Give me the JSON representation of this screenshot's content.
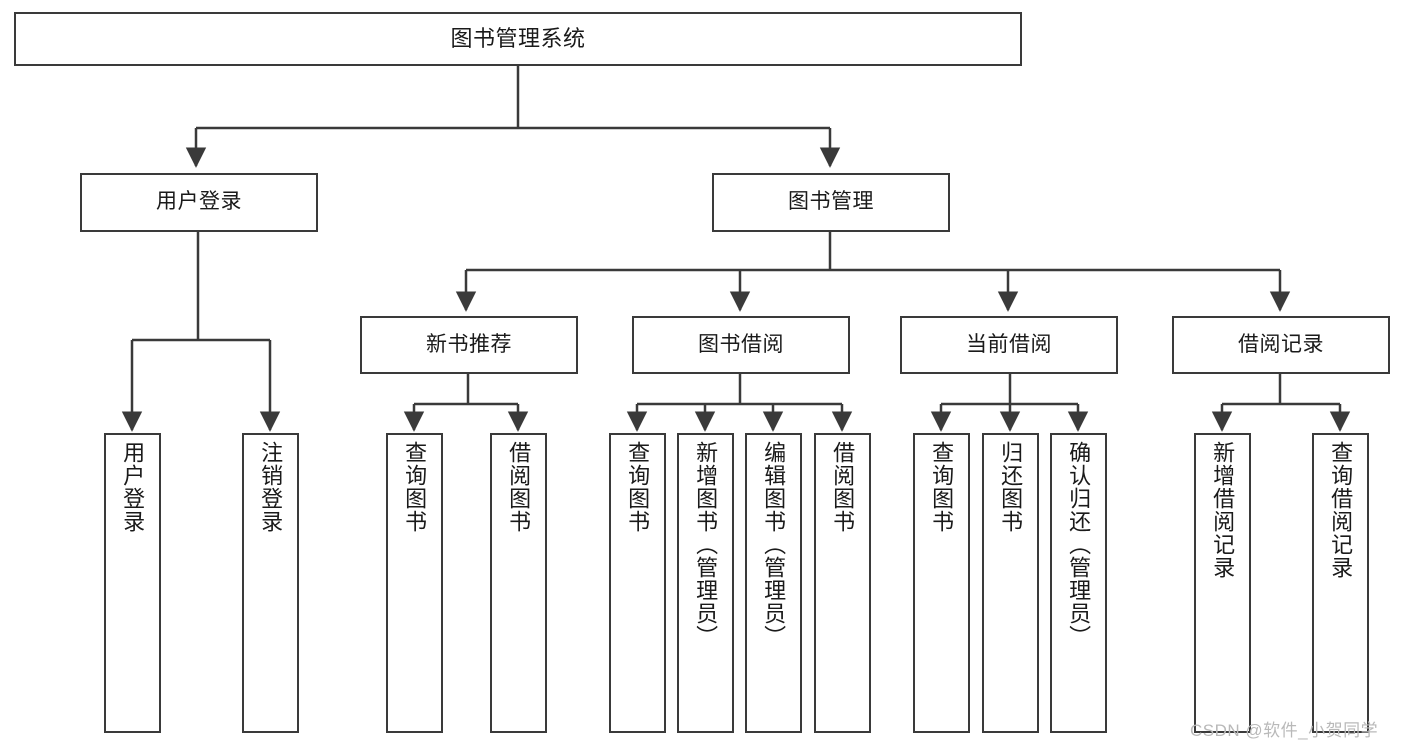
{
  "diagram": {
    "type": "tree",
    "title": "图书管理系统",
    "orientation": "top-down",
    "colors": {
      "background": "#ffffff",
      "border": "#3a3a3a",
      "text": "#1a1a1a",
      "connector": "#3a3a3a",
      "watermark": "#b9b9b9"
    }
  },
  "nodes": {
    "root": {
      "label": "图书管理系统"
    },
    "level1": [
      {
        "label": "用户登录"
      },
      {
        "label": "图书管理"
      }
    ],
    "level2": [
      {
        "label": "新书推荐"
      },
      {
        "label": "图书借阅"
      },
      {
        "label": "当前借阅"
      },
      {
        "label": "借阅记录"
      }
    ],
    "leaves": {
      "user_login": [
        {
          "label": "用户登录"
        },
        {
          "label": "注销登录"
        }
      ],
      "new_book": [
        {
          "label": "查询图书"
        },
        {
          "label": "借阅图书"
        }
      ],
      "book_borrow": [
        {
          "label": "查询图书"
        },
        {
          "label": "新增图书（管理员）"
        },
        {
          "label": "编辑图书（管理员）"
        },
        {
          "label": "借阅图书"
        }
      ],
      "current_borrow": [
        {
          "label": "查询图书"
        },
        {
          "label": "归还图书"
        },
        {
          "label": "确认归还（管理员）"
        }
      ],
      "borrow_record": [
        {
          "label": "新增借阅记录"
        },
        {
          "label": "查询借阅记录"
        }
      ]
    }
  },
  "watermark": {
    "text": "CSDN @软件_小贺同学"
  }
}
